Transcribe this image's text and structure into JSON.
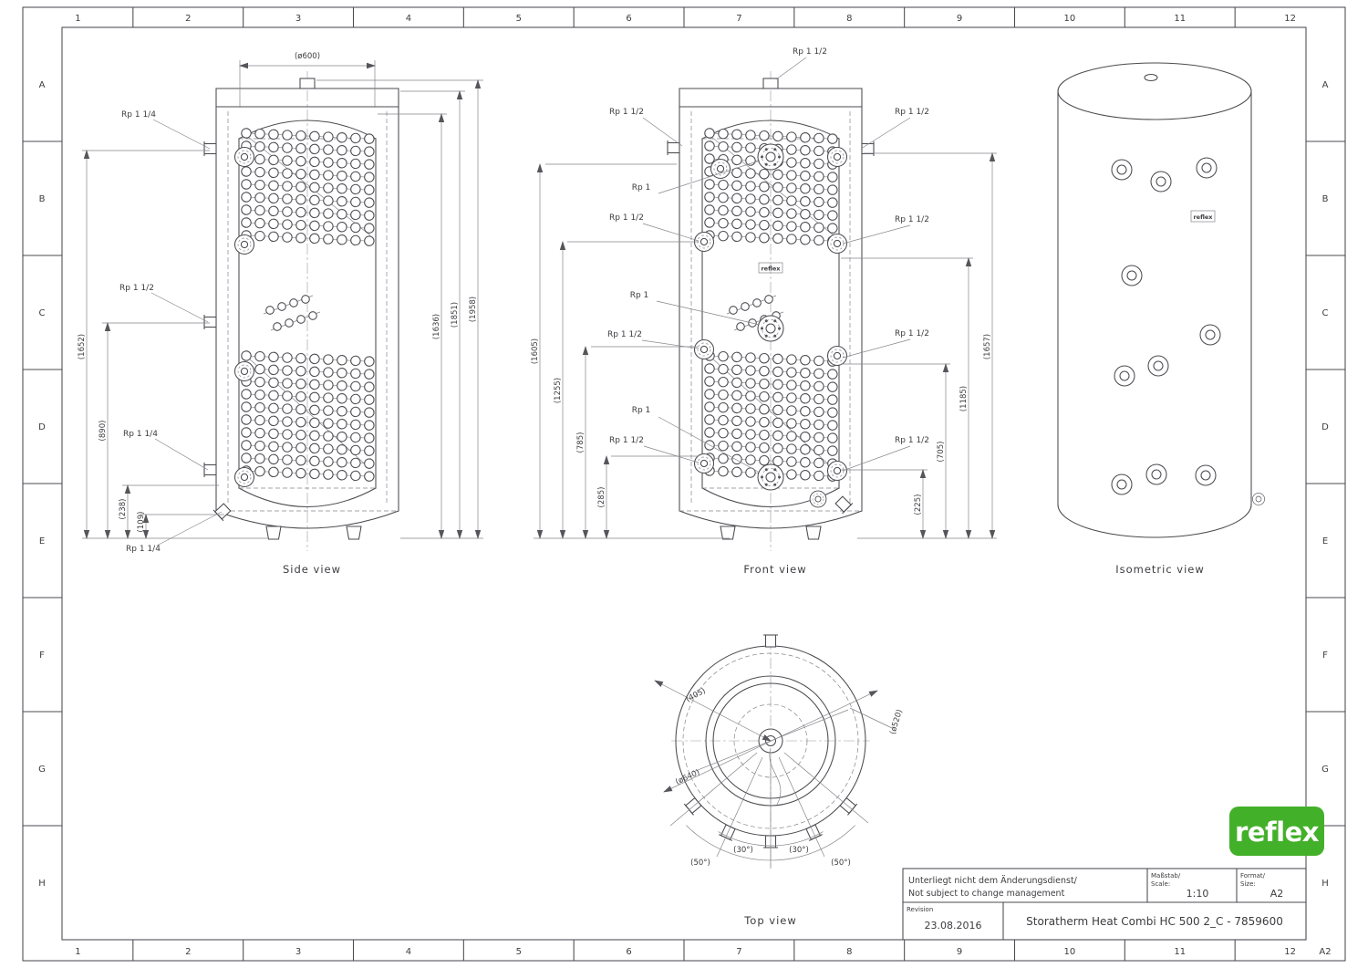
{
  "sheet": {
    "grid_cols": [
      "1",
      "2",
      "3",
      "4",
      "5",
      "6",
      "7",
      "8",
      "9",
      "10",
      "11",
      "12"
    ],
    "grid_rows": [
      "A",
      "B",
      "C",
      "D",
      "E",
      "F",
      "G",
      "H"
    ],
    "corner_label": "A2"
  },
  "side_view": {
    "label": "Side view",
    "dim_diameter": "(ø600)",
    "port_top_left": "Rp 1 1/4",
    "port_mid_left": "Rp 1 1/2",
    "port_low_left": "Rp 1 1/4",
    "port_bottom": "Rp 1 1/4",
    "dims_left": [
      "(1652)",
      "(890)",
      "(238)",
      "(109)"
    ],
    "dims_right": [
      "(1636)",
      "(1851)",
      "(1958)"
    ]
  },
  "front_view": {
    "label": "Front view",
    "port_top": "Rp 1 1/2",
    "ports_left": [
      "Rp 1 1/2",
      "Rp 1",
      "Rp 1 1/2",
      "Rp 1",
      "Rp 1 1/2",
      "Rp 1",
      "Rp 1 1/2"
    ],
    "ports_right": [
      "Rp 1 1/2",
      "Rp 1 1/2",
      "Rp 1 1/2",
      "Rp 1 1/2"
    ],
    "dims_left": [
      "(1605)",
      "(1255)",
      "(785)",
      "(285)"
    ],
    "dims_right": [
      "(1657)",
      "(1185)",
      "(705)",
      "(225)"
    ],
    "tank_logo": "reflex"
  },
  "iso_view": {
    "label": "Isometric view",
    "tank_logo": "reflex"
  },
  "top_view": {
    "label": "Top view",
    "dim_radius": "(405)",
    "dim_inner": "(ø520)",
    "dim_outer": "(ø640)",
    "angles": [
      "(30°)",
      "(30°)",
      "(50°)",
      "(50°)"
    ]
  },
  "title_block": {
    "note_line1": "Unterliegt nicht dem Änderungsdienst/",
    "note_line2": "Not subject to change management",
    "scale_label1": "Maßstab/",
    "scale_label2": "Scale:",
    "scale_value": "1:10",
    "format_label1": "Format/",
    "format_label2": "Size:",
    "format_value": "A2",
    "revision_label": "Revision",
    "revision_value": "23.08.2016",
    "title": "Storatherm Heat Combi HC 500 2_C - 7859600"
  },
  "logo": {
    "text": "reflex",
    "color": "#43b02a"
  }
}
